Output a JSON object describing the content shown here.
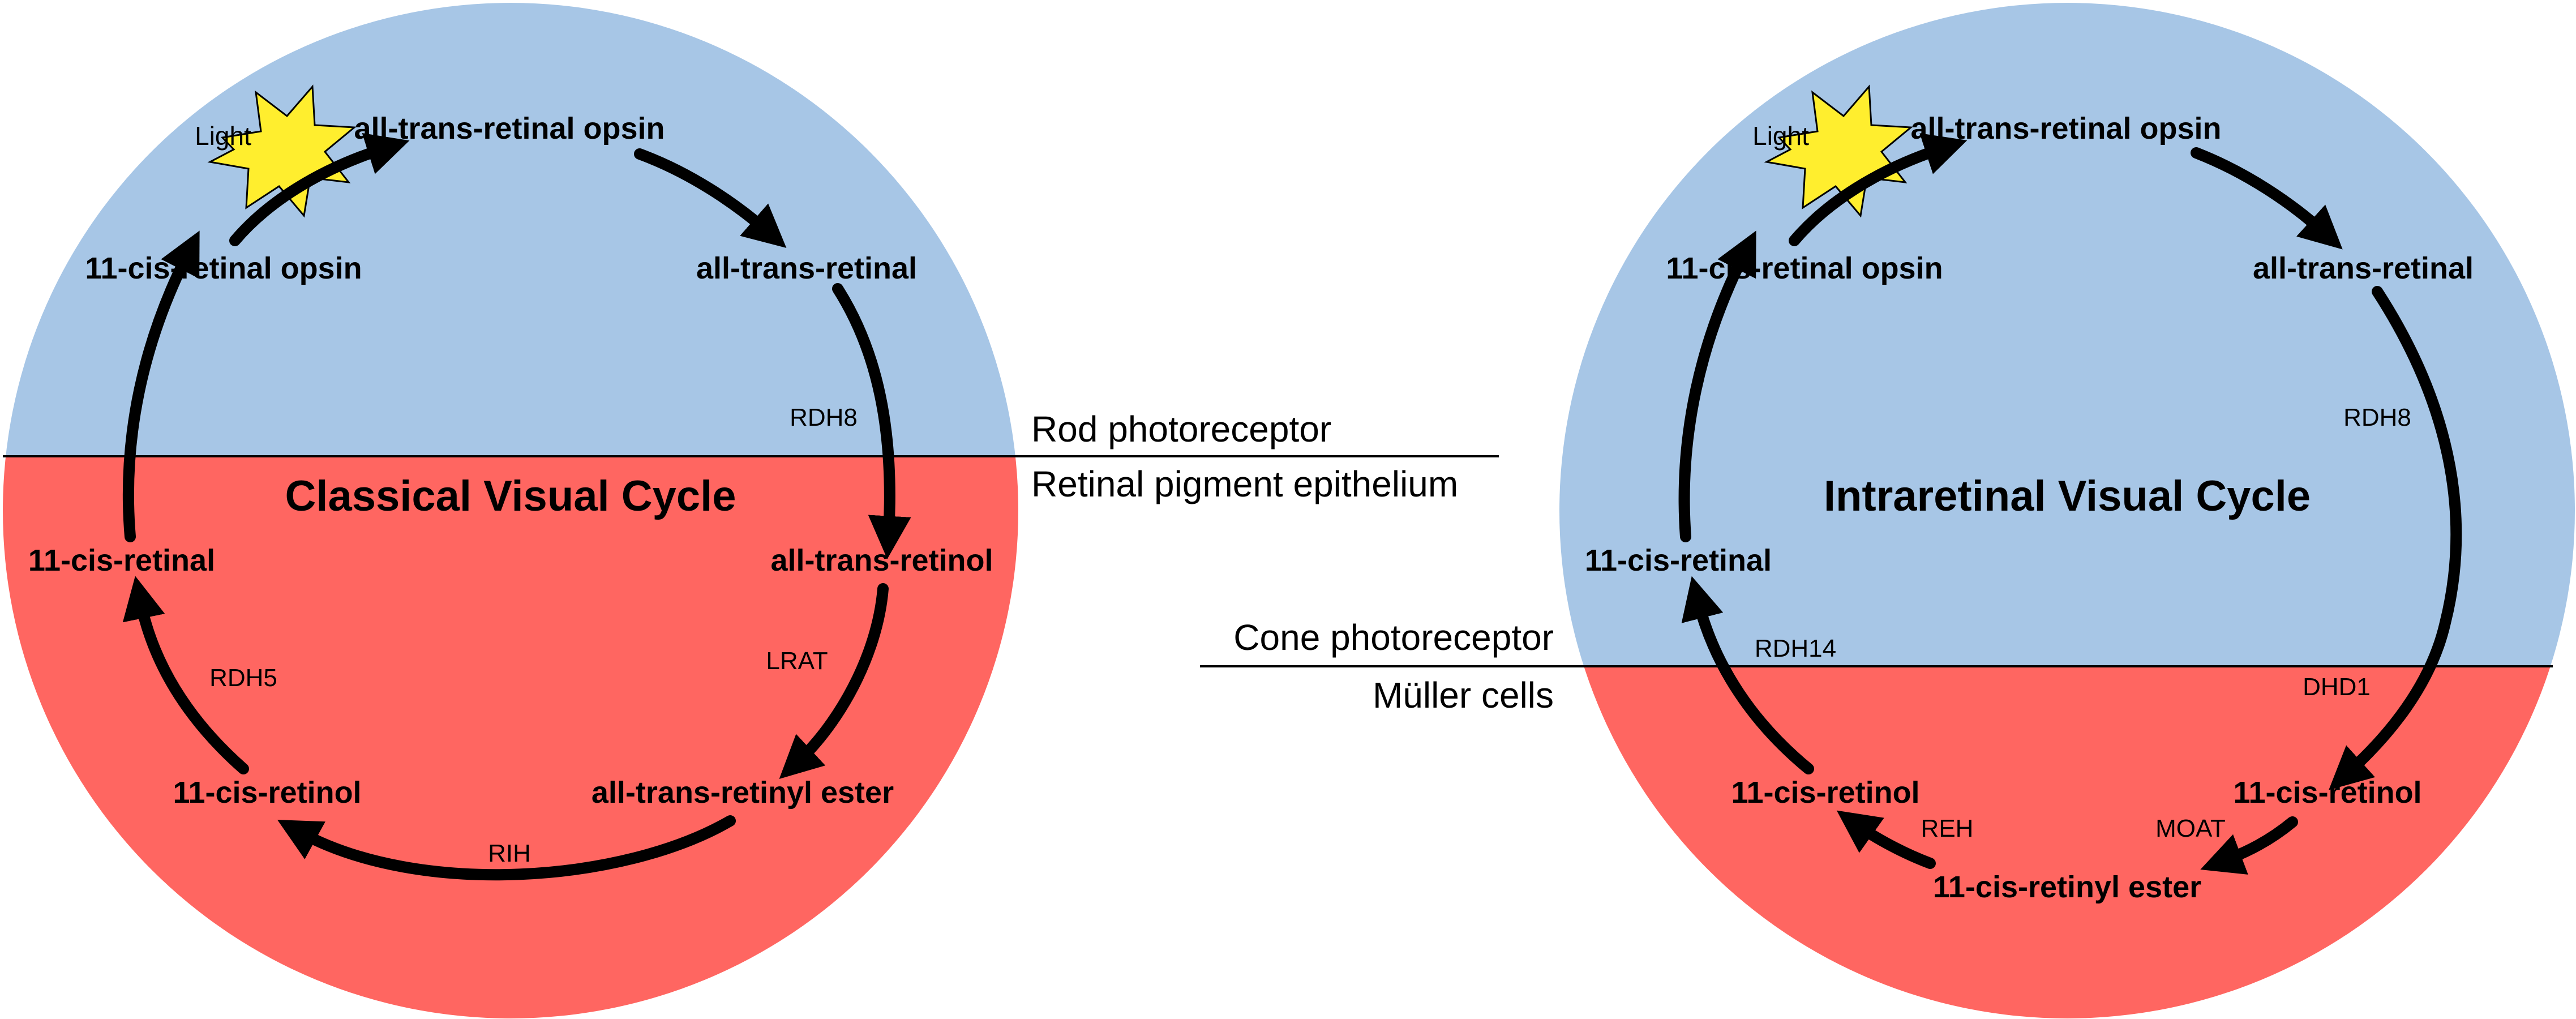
{
  "colors": {
    "photoreceptor": "#a7c6e6",
    "epithelium": "#ff6661",
    "star": "#ffee2e",
    "ink": "#000000"
  },
  "classical": {
    "title": "Classical Visual Cycle",
    "light": "Light",
    "nodes": {
      "cis_opsin": "11-cis-retinal opsin",
      "trans_opsin": "all-trans-retinal opsin",
      "trans_retinal": "all-trans-retinal",
      "trans_retinol": "all-trans-retinol",
      "trans_ester": "all-trans-retinyl ester",
      "cis_retinol": "11-cis-retinol",
      "cis_retinal": "11-cis-retinal"
    },
    "enzymes": {
      "rdh8": "RDH8",
      "lrat": "LRAT",
      "rih": "RIH",
      "rdh5": "RDH5"
    }
  },
  "intraretinal": {
    "title": "Intraretinal Visual Cycle",
    "light": "Light",
    "nodes": {
      "cis_opsin": "11-cis-retinal opsin",
      "trans_opsin": "all-trans-retinal opsin",
      "trans_retinal": "all-trans-retinal",
      "cis_retinol_right": "11-cis-retinol",
      "cis_ester": "11-cis-retinyl ester",
      "cis_retinol_left": "11-cis-retinol",
      "cis_retinal": "11-cis-retinal"
    },
    "enzymes": {
      "rdh8": "RDH8",
      "dhd1": "DHD1",
      "moat": "MOAT",
      "reh": "REH",
      "rdh14": "RDH14"
    }
  },
  "regions": {
    "rod": "Rod photoreceptor",
    "rpe": "Retinal pigment epithelium",
    "cone": "Cone photoreceptor",
    "muller": "Müller cells"
  }
}
